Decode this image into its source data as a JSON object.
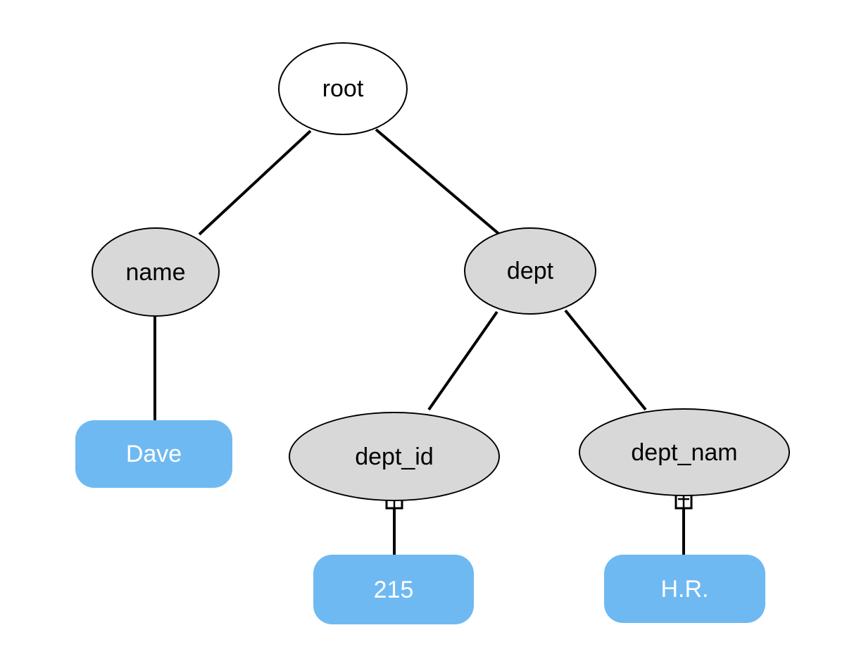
{
  "colors": {
    "canvas_bg": "#ffffff",
    "root_fill": "#ffffff",
    "element_fill": "#d8d8d8",
    "node_stroke": "#000000",
    "edge_color": "#000000",
    "value_fill": "#6fb9f2",
    "value_text_color": "#ffffff",
    "label_text_color": "#000000"
  },
  "tree": {
    "nodes": {
      "root": {
        "label": "root",
        "type": "root-element"
      },
      "name": {
        "label": "name",
        "type": "element"
      },
      "dept": {
        "label": "dept",
        "type": "element"
      },
      "dave": {
        "label": "Dave",
        "type": "value"
      },
      "dept_id": {
        "label": "dept_id",
        "type": "element"
      },
      "dept_nam": {
        "label": "dept_nam",
        "type": "element"
      },
      "v215": {
        "label": "215",
        "type": "value"
      },
      "vhr": {
        "label": "H.R.",
        "type": "value"
      }
    },
    "edges": [
      {
        "from": "root",
        "to": "name"
      },
      {
        "from": "root",
        "to": "dept"
      },
      {
        "from": "name",
        "to": "dave"
      },
      {
        "from": "dept",
        "to": "dept_id"
      },
      {
        "from": "dept",
        "to": "dept_nam"
      },
      {
        "from": "dept_id",
        "to": "v215",
        "marker": "expand-plus"
      },
      {
        "from": "dept_nam",
        "to": "vhr",
        "marker": "expand-plus"
      }
    ]
  }
}
